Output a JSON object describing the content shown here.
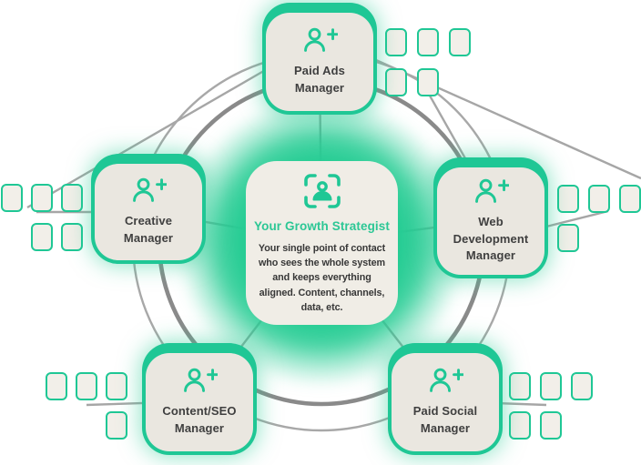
{
  "colors": {
    "accent": "#1fc795",
    "accent_bright": "#25cc93",
    "card_bg": "#eae7e0",
    "square_bg": "#f2efe9",
    "title_green": "#2cc795",
    "text_dark": "#3f3f3f",
    "ring_inner": "#8a8a8a",
    "ring_outer": "#a8a8a8",
    "connector": "#a2a2a2",
    "page_bg": "#ffffff"
  },
  "center": {
    "icon": "focus-person-icon",
    "title": "Your Growth Strategist",
    "description": "Your single point of contact who sees the whole system and keeps everything aligned. Content, channels, data, etc.",
    "description_lines": [
      "Your single point of contact",
      "who sees the whole system",
      "and keeps everything",
      "aligned. Content, channels,",
      "data, etc."
    ]
  },
  "managers": [
    {
      "id": "paid-ads",
      "label": "Paid Ads Manager",
      "icon": "person-add-icon"
    },
    {
      "id": "creative",
      "label": "Creative Manager",
      "icon": "person-add-icon"
    },
    {
      "id": "web-development",
      "label": "Web Development Manager",
      "icon": "person-add-icon"
    },
    {
      "id": "content-seo",
      "label": "Content/SEO Manager",
      "icon": "person-add-icon"
    },
    {
      "id": "paid-social",
      "label": "Paid Social Manager",
      "icon": "person-add-icon"
    }
  ],
  "decor": {
    "orbit_rings": 2,
    "square_clusters": [
      {
        "id": "top-right",
        "rows": [
          3,
          2
        ]
      },
      {
        "id": "left",
        "rows": [
          3,
          2
        ]
      },
      {
        "id": "right",
        "rows": [
          3,
          1
        ]
      },
      {
        "id": "bottom-left",
        "rows": [
          3,
          1
        ]
      },
      {
        "id": "bottom-right",
        "rows": [
          3,
          2
        ]
      }
    ]
  }
}
